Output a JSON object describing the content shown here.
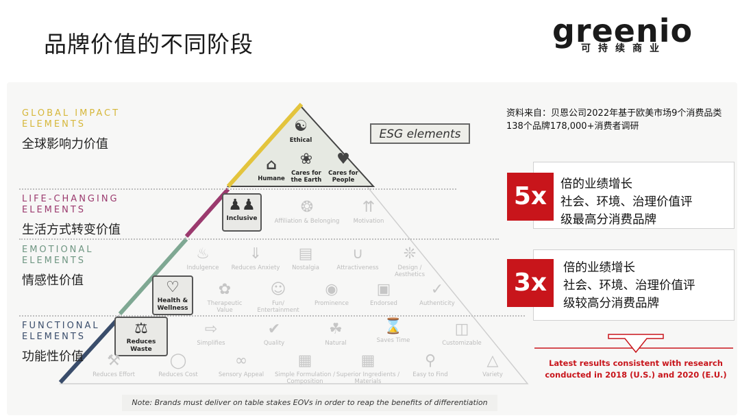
{
  "header": {
    "title": "品牌价值的不同阶段",
    "logo_word": "greenio",
    "logo_sub": "可持续商业"
  },
  "colors": {
    "global": "#e3c43d",
    "life": "#9b3a6e",
    "emotional": "#7fa893",
    "functional": "#3a4d6b",
    "accent_red": "#c8151b"
  },
  "levels": [
    {
      "en": "GLOBAL IMPACT ELEMENTS",
      "zh": "全球影响力价值"
    },
    {
      "en": "LIFE-CHANGING ELEMENTS",
      "zh": "生活方式转变价值"
    },
    {
      "en": "EMOTIONAL ELEMENTS",
      "zh": "情感性价值"
    },
    {
      "en": "FUNCTIONAL ELEMENTS",
      "zh": "功能性价值"
    }
  ],
  "esg_label": "ESG elements",
  "pyramid": {
    "global": [
      {
        "label": "Ethical",
        "icon": "world-hands-icon"
      },
      {
        "label": "Humane",
        "icon": "house-icon"
      },
      {
        "label": "Cares for the Earth",
        "icon": "sprout-icon"
      },
      {
        "label": "Cares for People",
        "icon": "heart-hand-icon"
      }
    ],
    "life": [
      {
        "label": "Inclusive",
        "icon": "people-icon",
        "highlight": true
      },
      {
        "label": "Affiliation & Belonging",
        "icon": "network-icon"
      },
      {
        "label": "Motivation",
        "icon": "runner-icon"
      }
    ],
    "emotional": [
      {
        "label": "Indulgence",
        "icon": "cupcake-icon"
      },
      {
        "label": "Reduces Anxiety",
        "icon": "arrows-icon"
      },
      {
        "label": "Nostalgia",
        "icon": "radio-icon"
      },
      {
        "label": "Attractiveness",
        "icon": "magnet-icon"
      },
      {
        "label": "Design / Aesthetics",
        "icon": "palette-icon"
      },
      {
        "label": "Health & Wellness",
        "icon": "heartbeat-icon",
        "highlight": true
      },
      {
        "label": "Therapeutic Value",
        "icon": "leaf-icon"
      },
      {
        "label": "Fun/ Entertainment",
        "icon": "faces-icon"
      },
      {
        "label": "Prominence",
        "icon": "medal-icon"
      },
      {
        "label": "Endorsed",
        "icon": "certificate-icon"
      },
      {
        "label": "Authenticity",
        "icon": "check-icon"
      }
    ],
    "functional": [
      {
        "label": "Reduces Waste",
        "icon": "bag-icon",
        "highlight": true
      },
      {
        "label": "Simplifies",
        "icon": "arrows-in-icon"
      },
      {
        "label": "Quality",
        "icon": "badge-check-icon"
      },
      {
        "label": "Natural",
        "icon": "plant-icon"
      },
      {
        "label": "Saves Time",
        "icon": "hourglass-icon"
      },
      {
        "label": "Customizable",
        "icon": "puzzle-icon"
      },
      {
        "label": "Reduces Effort",
        "icon": "tools-icon"
      },
      {
        "label": "Reduces Cost",
        "icon": "coins-icon"
      },
      {
        "label": "Sensory Appeal",
        "icon": "nose-icon"
      },
      {
        "label": "Simple Formulation / Composition",
        "icon": "grid-icon"
      },
      {
        "label": "Superior Ingredients / Materials",
        "icon": "basket-icon"
      },
      {
        "label": "Easy to Find",
        "icon": "magnifier-icon"
      },
      {
        "label": "Variety",
        "icon": "shapes-icon"
      }
    ]
  },
  "note": "Note: Brands must deliver on table stakes EOVs in order to reap the benefits of differentiation",
  "source": "资料来自：贝恩公司2022年基于欧美市场9个消费品类 138个品牌178,000+消费者调研",
  "stats": [
    {
      "number": "5x",
      "line1": "倍的业绩增长",
      "line2": "社会、环境、治理价值评",
      "line3": "级最高分消费品牌"
    },
    {
      "number": "3x",
      "line1": "倍的业绩增长",
      "line2": "社会、环境、治理价值评",
      "line3": "级较高分消费品牌"
    }
  ],
  "latest": "Latest results consistent with research conducted in 2018 (U.S.) and 2020 (E.U.)"
}
